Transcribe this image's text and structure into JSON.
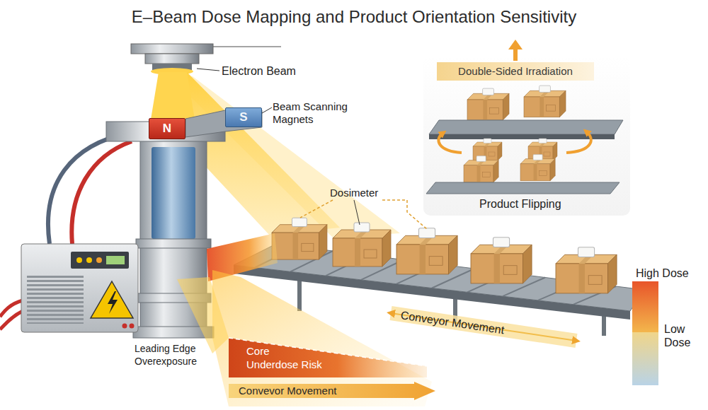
{
  "diagram": {
    "title": "E–Beam Dose Mapping and Product Orientation Sensitivity",
    "nodes": [
      {
        "text": [
          "Double-Sided Irradiation"
        ]
      },
      {
        "text": [
          "N"
        ]
      },
      {
        "text": [
          "S"
        ]
      },
      {
        "text": [
          "Core Underdose Risk"
        ]
      },
      {
        "text": [
          "Convevor Movement"
        ]
      }
    ],
    "labels": [
      "Electron Beam",
      "Beam Scanning Magnets",
      "Dosimeter",
      "Product Flipping",
      "Conveyor Movement",
      "Leading Edge Overexposure"
    ],
    "legend": [
      {
        "text": "High Dose",
        "color": "#e8552a"
      },
      {
        "text": "Low Dose",
        "color": "#b9d3e6"
      }
    ]
  }
}
